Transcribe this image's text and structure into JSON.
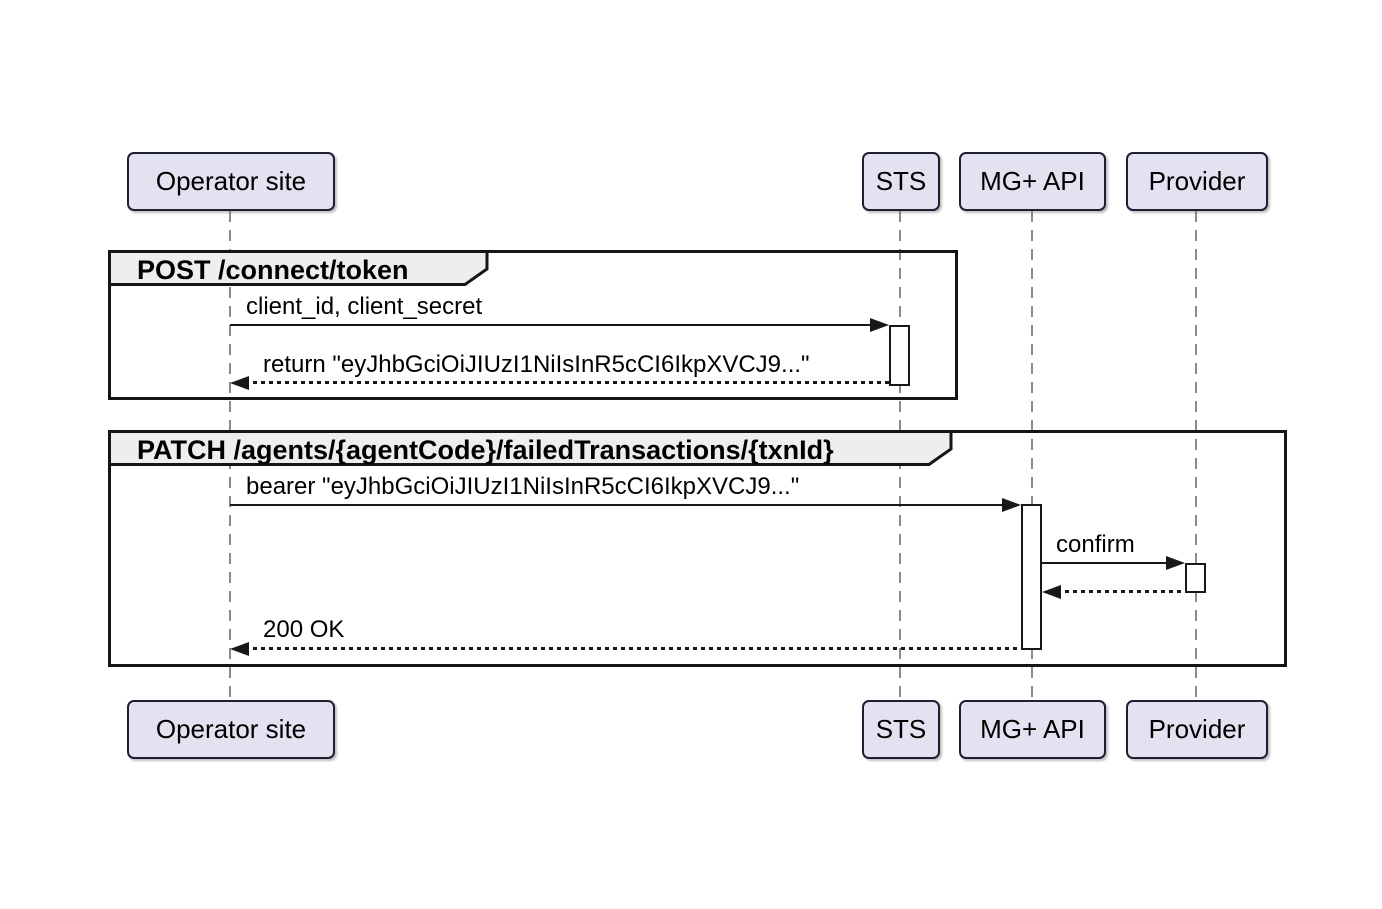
{
  "diagram": {
    "type": "uml-sequence",
    "participants": [
      {
        "label": "Operator site"
      },
      {
        "label": "STS"
      },
      {
        "label": "MG+ API"
      },
      {
        "label": "Provider"
      }
    ],
    "groups": [
      {
        "title": "POST /connect/token"
      },
      {
        "title": "PATCH /agents/{agentCode}/failedTransactions/{txnId}"
      }
    ],
    "messages": [
      {
        "from": "Operator site",
        "to": "STS",
        "line": "solid",
        "label": "client_id, client_secret"
      },
      {
        "from": "STS",
        "to": "Operator site",
        "line": "dashed",
        "label": "return \"eyJhbGciOiJIUzI1NiIsInR5cCI6IkpXVCJ9...\""
      },
      {
        "from": "Operator site",
        "to": "MG+ API",
        "line": "solid",
        "label": "bearer \"eyJhbGciOiJIUzI1NiIsInR5cCI6IkpXVCJ9...\""
      },
      {
        "from": "MG+ API",
        "to": "Provider",
        "line": "solid",
        "label": "confirm"
      },
      {
        "from": "Provider",
        "to": "MG+ API",
        "line": "dashed",
        "label": ""
      },
      {
        "from": "MG+ API",
        "to": "Operator site",
        "line": "dashed",
        "label": "200 OK"
      }
    ],
    "colors": {
      "participant_fill": "#E2E2F0",
      "participant_border": "#181818",
      "group_header_fill": "#EEEEEE",
      "group_border": "#151515",
      "lifeline": "#8b8b8b",
      "arrow": "#181818",
      "activation_fill": "#FFFFFF",
      "background": "#FFFFFF"
    }
  }
}
